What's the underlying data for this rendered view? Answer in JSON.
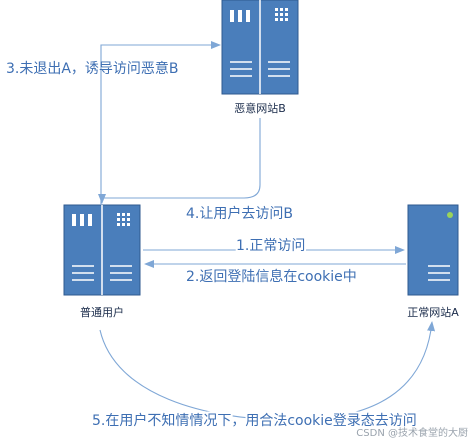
{
  "nodes": {
    "malicious": {
      "label": "恶意网站B",
      "icon": "server-icon"
    },
    "user": {
      "label": "普通用户",
      "icon": "server-icon"
    },
    "normal": {
      "label": "正常网站A",
      "icon": "server-icon"
    }
  },
  "edges": [
    {
      "id": "e1",
      "from": "user",
      "to": "normal",
      "label": "1.正常访问"
    },
    {
      "id": "e2",
      "from": "normal",
      "to": "user",
      "label": "2.返回登陆信息在cookie中"
    },
    {
      "id": "e3",
      "from": "user",
      "to": "malicious",
      "label": "3.未退出A，诱导访问恶意B"
    },
    {
      "id": "e4",
      "from": "malicious",
      "to": "user",
      "label": "4.让用户去访问B"
    },
    {
      "id": "e5",
      "from": "user",
      "to": "normal",
      "label": "5.在用户不知情情况下，用合法cookie登录态去访问"
    }
  ],
  "watermark": "CSDN @技术食堂的大厨",
  "colors": {
    "server_fill": "#4a7ebb",
    "server_stroke": "#2f5a8f",
    "arrow": "#7fa7d6",
    "label": "#3e6fb3"
  }
}
